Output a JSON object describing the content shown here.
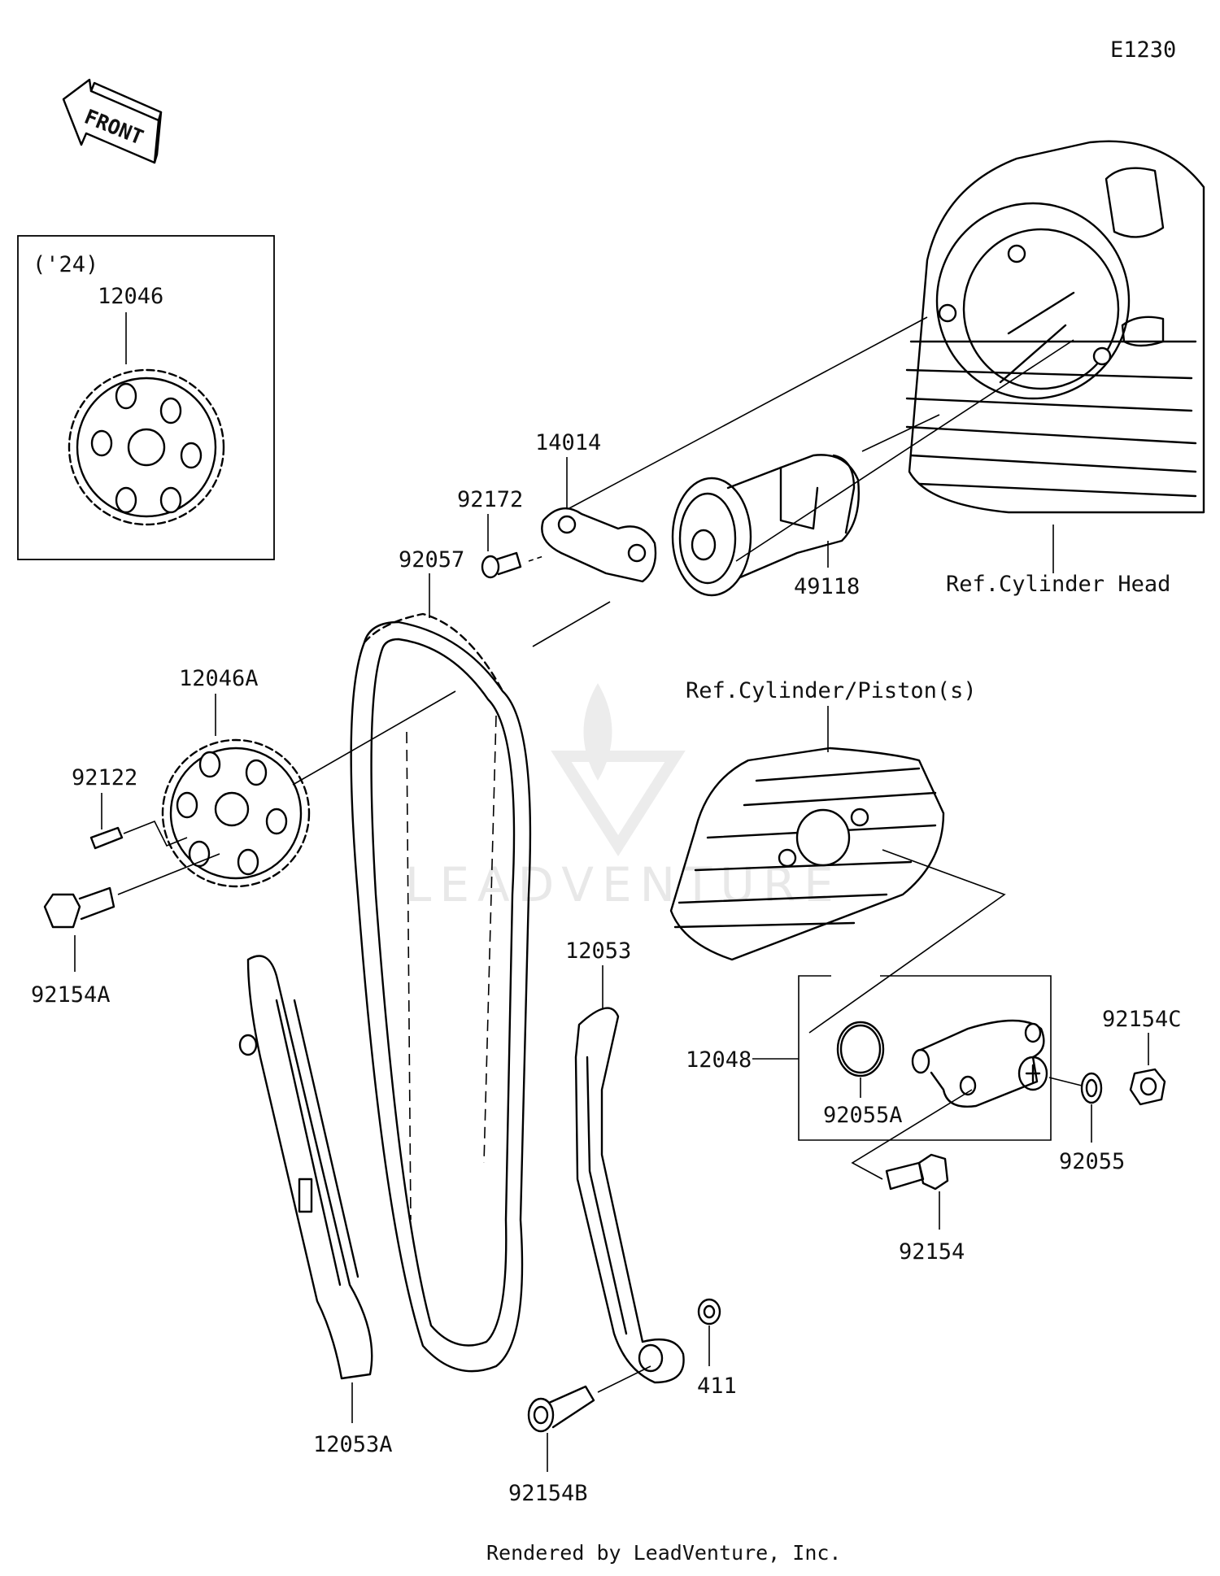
{
  "diagram_code": "E1230",
  "front_label": "FRONT",
  "inset_label": "('24)",
  "watermark": "LEADVENTURE",
  "footer": "Rendered by LeadVenture, Inc.",
  "refs": {
    "cylinder_head": "Ref.Cylinder Head",
    "cylinder_piston": "Ref.Cylinder/Piston(s)"
  },
  "parts": {
    "p12046": "12046",
    "p14014": "14014",
    "p92172": "92172",
    "p92057": "92057",
    "p49118": "49118",
    "p12046A": "12046A",
    "p92122": "92122",
    "p92154A": "92154A",
    "p12053": "12053",
    "p12048": "12048",
    "p92055A": "92055A",
    "p92154C": "92154C",
    "p92055": "92055",
    "p92154": "92154",
    "p411": "411",
    "p12053A": "12053A",
    "p92154B": "92154B"
  }
}
